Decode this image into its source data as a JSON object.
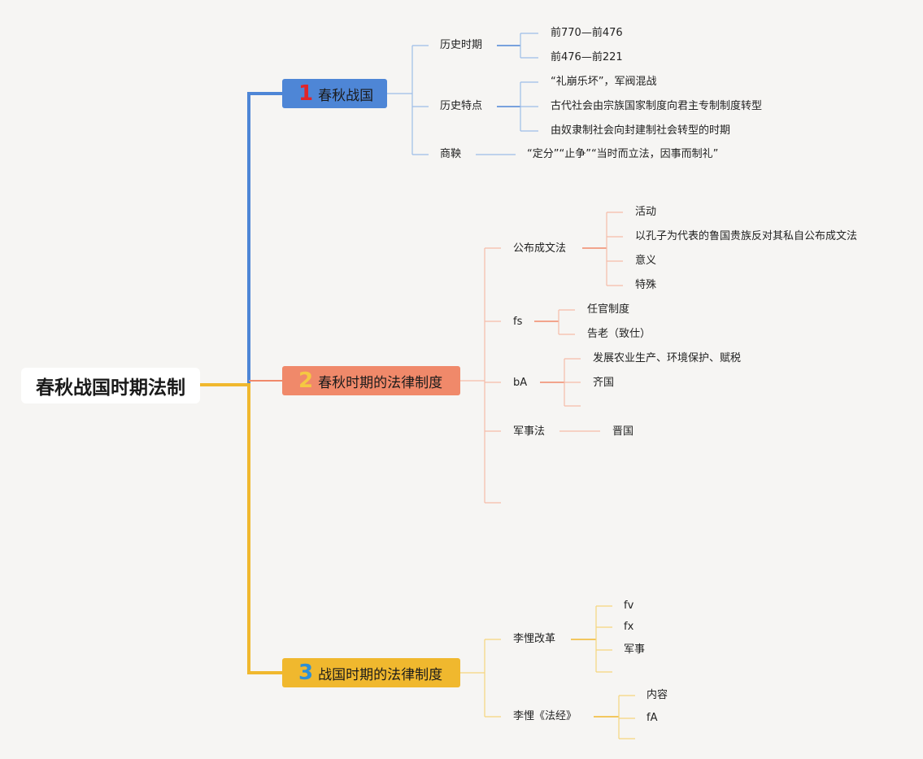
{
  "root": {
    "label": "春秋战国时期法制"
  },
  "branches": [
    {
      "number": "1",
      "label": "春秋战国",
      "colors": {
        "fill": "#4e86d6",
        "line": "#4e86d6",
        "num": "#e0262a",
        "child_line": "#9dbde8"
      },
      "children": [
        {
          "label": "历史时期",
          "children": [
            "前770—前476",
            "前476—前221"
          ]
        },
        {
          "label": "历史特点",
          "children": [
            "“礼崩乐坏”，军阀混战",
            "古代社会由宗族国家制度向君主专制制度转型",
            "由奴隶制社会向封建制社会转型的时期"
          ]
        },
        {
          "label": "商鞅",
          "children": [
            "“定分”“止争”“当时而立法，因事而制礼”"
          ]
        }
      ]
    },
    {
      "number": "2",
      "label": "春秋时期的法律制度",
      "colors": {
        "fill": "#f0896a",
        "line": "#f0896a",
        "num": "#f5c842",
        "child_line": "#f5bca9"
      },
      "children": [
        {
          "label": "公布成文法",
          "children": [
            "活动",
            "以孔子为代表的鲁国贵族反对其私自公布成文法",
            "意义",
            "特殊"
          ]
        },
        {
          "label": "fs",
          "children": [
            "任官制度",
            "告老（致仕）"
          ]
        },
        {
          "label": "bA",
          "children": [
            "发展农业生产、环境保护、赋税",
            "齐国",
            ""
          ]
        },
        {
          "label": "军事法",
          "children": [
            "晋国"
          ]
        },
        {
          "label": "",
          "children": []
        },
        {
          "label": "",
          "children": []
        }
      ]
    },
    {
      "number": "3",
      "label": "战国时期的法律制度",
      "colors": {
        "fill": "#f0b82e",
        "line": "#f0b82e",
        "num": "#2d8fd6",
        "child_line": "#f5d57d"
      },
      "children": [
        {
          "label": "李悝改革",
          "children": [
            "fv",
            "fx",
            "军事",
            ""
          ]
        },
        {
          "label": "李悝《法经》",
          "children": [
            "内容",
            "fA",
            ""
          ]
        }
      ]
    }
  ]
}
